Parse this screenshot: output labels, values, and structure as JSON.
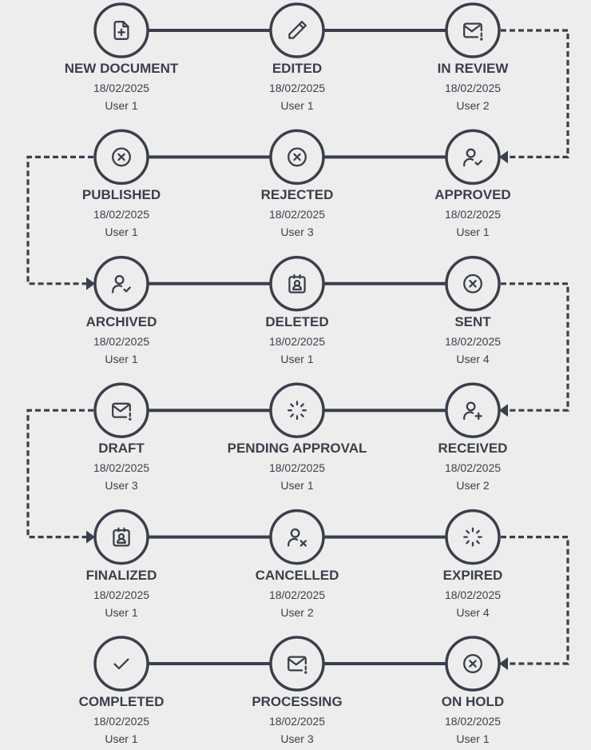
{
  "colors": {
    "background": "#ededed",
    "node_fill": "#ededed",
    "stroke": "#3a3f4b",
    "text": "#3a3f4b"
  },
  "steps": [
    {
      "title": "NEW DOCUMENT",
      "date": "18/02/2025",
      "user": "User 1",
      "icon": "document-plus-icon"
    },
    {
      "title": "EDITED",
      "date": "18/02/2025",
      "user": "User 1",
      "icon": "pencil-icon"
    },
    {
      "title": "IN REVIEW",
      "date": "18/02/2025",
      "user": "User 2",
      "icon": "mail-alert-icon"
    },
    {
      "title": "APPROVED",
      "date": "18/02/2025",
      "user": "User 1",
      "icon": "user-check-icon"
    },
    {
      "title": "REJECTED",
      "date": "18/02/2025",
      "user": "User 3",
      "icon": "circle-x-icon"
    },
    {
      "title": "PUBLISHED",
      "date": "18/02/2025",
      "user": "User 1",
      "icon": "circle-x-icon"
    },
    {
      "title": "ARCHIVED",
      "date": "18/02/2025",
      "user": "User 1",
      "icon": "user-check-icon"
    },
    {
      "title": "DELETED",
      "date": "18/02/2025",
      "user": "User 1",
      "icon": "id-badge-icon"
    },
    {
      "title": "SENT",
      "date": "18/02/2025",
      "user": "User 4",
      "icon": "circle-x-icon"
    },
    {
      "title": "RECEIVED",
      "date": "18/02/2025",
      "user": "User 2",
      "icon": "user-plus-icon"
    },
    {
      "title": "PENDING APPROVAL",
      "date": "18/02/2025",
      "user": "User 1",
      "icon": "loader-icon"
    },
    {
      "title": "DRAFT",
      "date": "18/02/2025",
      "user": "User 3",
      "icon": "mail-alert-icon"
    },
    {
      "title": "FINALIZED",
      "date": "18/02/2025",
      "user": "User 1",
      "icon": "id-badge-icon"
    },
    {
      "title": "CANCELLED",
      "date": "18/02/2025",
      "user": "User 2",
      "icon": "user-x-icon"
    },
    {
      "title": "EXPIRED",
      "date": "18/02/2025",
      "user": "User 4",
      "icon": "loader-icon"
    },
    {
      "title": "ON HOLD",
      "date": "18/02/2025",
      "user": "User 1",
      "icon": "circle-x-icon"
    },
    {
      "title": "PROCESSING",
      "date": "18/02/2025",
      "user": "User 3",
      "icon": "mail-alert-icon"
    },
    {
      "title": "COMPLETED",
      "date": "18/02/2025",
      "user": "User 1",
      "icon": "check-icon"
    }
  ]
}
